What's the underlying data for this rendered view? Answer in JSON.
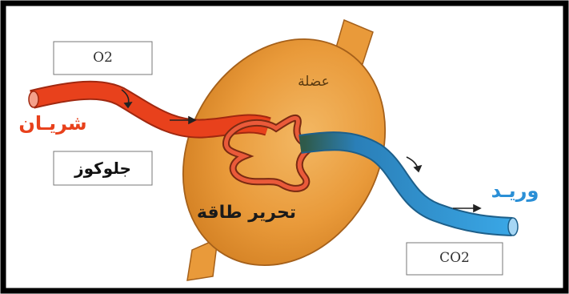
{
  "labels": {
    "o2": "O2",
    "co2": "CO2",
    "artery": "شريـان",
    "vein": "وريـد",
    "glucose": "جلوكوز",
    "muscle": "عضلة",
    "energy": "تحرير طاقة"
  },
  "colors": {
    "artery": "#e8411c",
    "vein": "#2a8fd6",
    "muscle": "#e99a3a",
    "frame": "#000000"
  }
}
